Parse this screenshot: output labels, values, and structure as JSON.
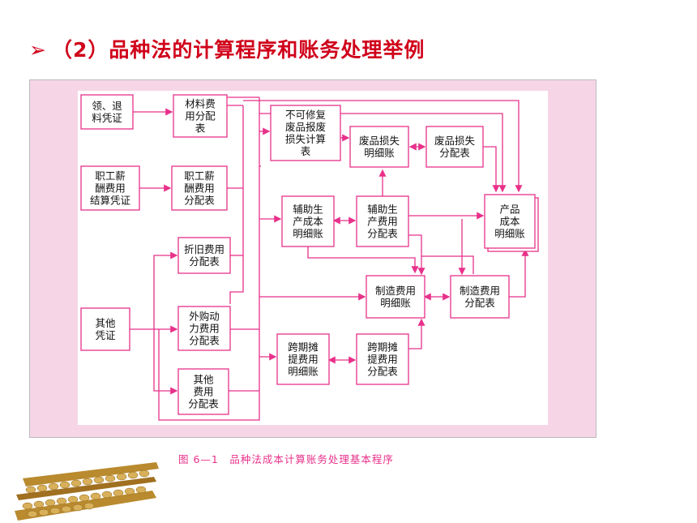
{
  "title": "（2）品种法的计算程序和账务处理举例",
  "title_marker": "➢",
  "caption": "图 6—1　品种法成本计算账务处理基本程序",
  "colors": {
    "line": "#e8318a",
    "title": "#d0021b",
    "frame": "#f6d6e6"
  },
  "boxes": {
    "lingtui": [
      "领、退",
      "料凭证"
    ],
    "zhigong_xinchou": [
      "职工薪",
      "酬费用",
      "结算凭证"
    ],
    "qita_pingzheng": [
      "其他",
      "凭证"
    ],
    "cailiaofei": [
      "材料费",
      "用分配",
      "表"
    ],
    "zhigong_fenpei": [
      "职工薪",
      "酬费用",
      "分配表"
    ],
    "zhejiu": [
      "折旧费用",
      "分配表"
    ],
    "waigou": [
      "外购动",
      "力费用",
      "分配表"
    ],
    "qita_feiyong": [
      "其他",
      "费用",
      "分配表"
    ],
    "bukexiufu": [
      "不可修复",
      "废品报废",
      "损失计算",
      "表"
    ],
    "feipin_mingxi": [
      "废品损失",
      "明细账"
    ],
    "feipin_fenpei": [
      "废品损失",
      "分配表"
    ],
    "fuzhu_mingxi": [
      "辅助生",
      "产成本",
      "明细账"
    ],
    "fuzhu_fenpei": [
      "辅助生",
      "产费用",
      "分配表"
    ],
    "chanpin": [
      "产品",
      "成本",
      "明细账"
    ],
    "zhizao_mingxi": [
      "制造费用",
      "明细账"
    ],
    "zhizao_fenpei": [
      "制造费用",
      "分配表"
    ],
    "kuaqi_mingxi": [
      "跨期摊",
      "提费用",
      "明细账"
    ],
    "kuaqi_fenpei": [
      "跨期摊",
      "提费用",
      "分配表"
    ]
  }
}
